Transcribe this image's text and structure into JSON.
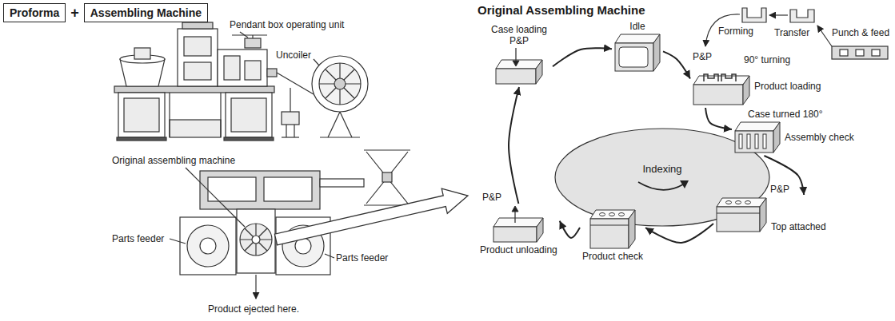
{
  "diagram": {
    "nodes": [
      {
        "text": [
          "Proforma"
        ]
      },
      {
        "text": [
          "Assembling Machine"
        ]
      },
      {
        "text": [
          "Indexing"
        ]
      },
      {
        "text": [
          "Idle"
        ]
      },
      {
        "text": [
          "Product loading"
        ]
      },
      {
        "text": [
          "Assembly check"
        ]
      },
      {
        "text": [
          "Top attached"
        ]
      },
      {
        "text": [
          "Product check"
        ]
      },
      {
        "text": [
          "Product unloading"
        ]
      },
      {
        "text": [
          "Case loading P&P"
        ]
      }
    ],
    "edges": [
      {
        "from": 3,
        "to": 4,
        "arrow": "to"
      },
      {
        "from": 4,
        "to": 5,
        "arrow": "to"
      },
      {
        "from": 5,
        "to": 6,
        "arrow": "to"
      },
      {
        "from": 6,
        "to": 7,
        "arrow": "to"
      },
      {
        "from": 7,
        "to": 8,
        "arrow": "to"
      },
      {
        "from": 8,
        "to": 9,
        "arrow": "to"
      },
      {
        "from": 9,
        "to": 3,
        "arrow": "to"
      }
    ],
    "labels": [
      "+",
      "Pendant box operating unit",
      "Uncoiler",
      "Original assembling machine",
      "Parts feeder",
      "Parts feeder",
      "Product ejected here.",
      "Original Assembling Machine",
      "Forming",
      "Transfer",
      "Punch & feed",
      "P&P",
      "90° turning",
      "Case turned 180°",
      "P&P",
      "P&P"
    ]
  }
}
